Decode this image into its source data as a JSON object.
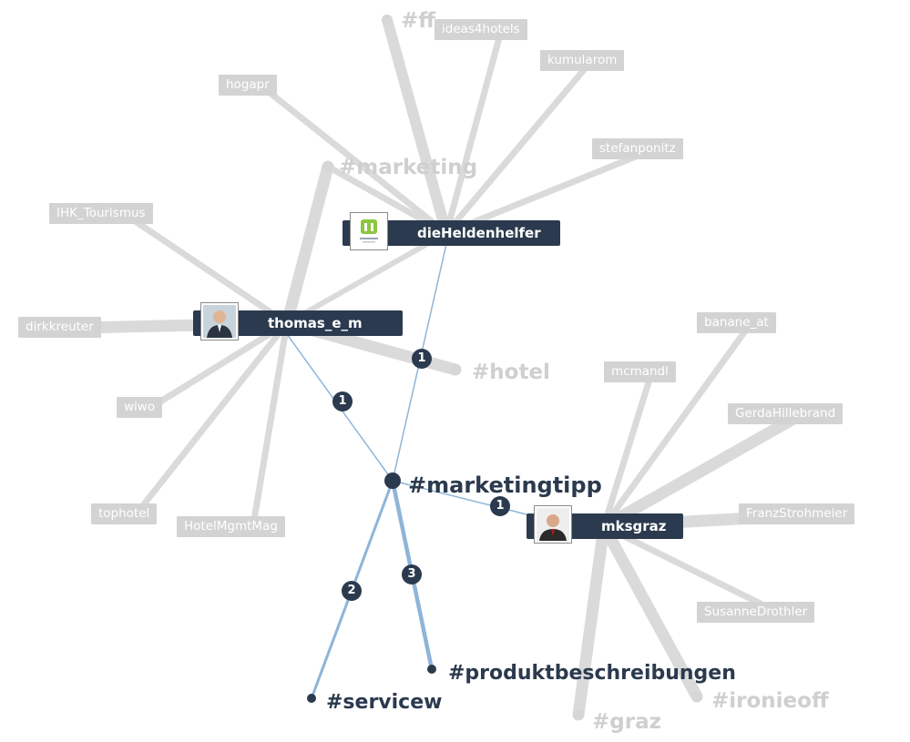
{
  "colors": {
    "dark": "#2b3a4e",
    "faded": "#d3d3d3",
    "link": "#8fb4d8"
  },
  "faded_tags": {
    "ideas4hotels": "ideas4hotels",
    "kumularom": "kumularom",
    "hogapr": "hogapr",
    "stefanponitz": "stefanponitz",
    "ihk": "IHK_Tourismus",
    "dirkkreuter": "dirkkreuter",
    "wiwo": "wiwo",
    "tophotel": "tophotel",
    "hotelmgmtmag": "HotelMgmtMag",
    "banane": "banane_at",
    "mcmandl": "mcmandl",
    "gerda": "GerdaHillebrand",
    "franz": "FranzStrohmeier",
    "susanne": "SusanneDrothler"
  },
  "faded_hashtags": {
    "ff": "#ff",
    "marketing": "#marketing",
    "hotel": "#hotel",
    "graz": "#graz",
    "ironieoff": "#ironieoff"
  },
  "users": {
    "heldenhelfer": {
      "name": "dieHeldenhelfer",
      "avatar": "logo-icon"
    },
    "thomas": {
      "name": "thomas_e_m",
      "avatar": "person-photo-icon"
    },
    "mksgraz": {
      "name": "mksgraz",
      "avatar": "person-photo-icon"
    }
  },
  "hashtags": {
    "center": "#marketingtipp",
    "produkt": "#produktbeschreibungen",
    "servicew": "#servicew"
  },
  "edge_counts": {
    "heldenhelfer_center": "1",
    "thomas_center": "1",
    "center_mksgraz": "1",
    "center_servicew": "2",
    "center_produkt": "3"
  }
}
